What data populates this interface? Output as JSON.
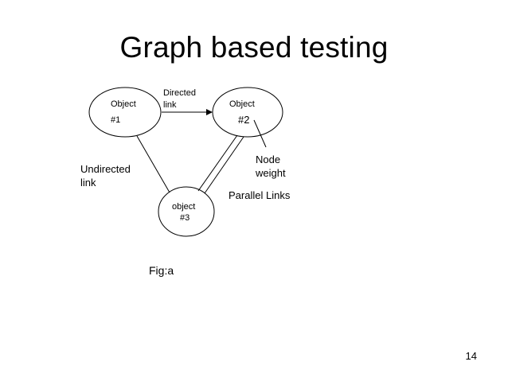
{
  "slide": {
    "title": "Graph based testing",
    "page_number": "14"
  },
  "nodes": {
    "object1": {
      "line1": "Object",
      "line2": "#1"
    },
    "object2": {
      "line1": "Object",
      "line2": "#2"
    },
    "object3": {
      "line1": "object",
      "line2": "#3"
    }
  },
  "labels": {
    "directed_link": {
      "line1": "Directed",
      "line2": "link"
    },
    "node_weight": {
      "line1": "Node",
      "line2": "weight"
    },
    "undirected_link": {
      "line1": "Undirected",
      "line2": "link"
    },
    "parallel_links": "Parallel Links",
    "figure_caption": "Fig:a"
  },
  "colors": {
    "background": "#ffffff",
    "stroke": "#000000",
    "text": "#000000"
  }
}
